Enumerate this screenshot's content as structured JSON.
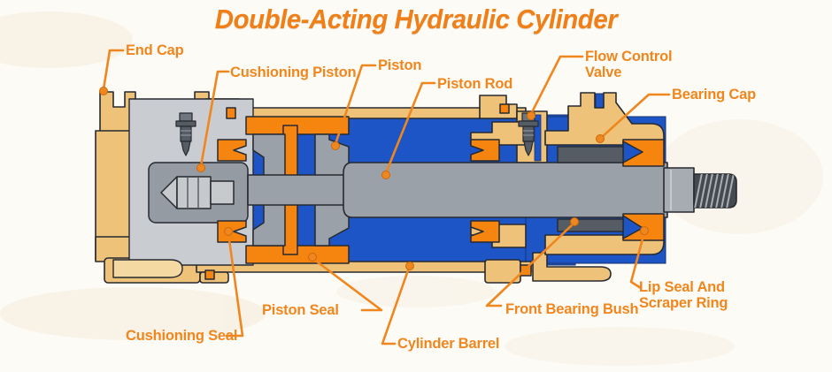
{
  "title": "Double-Acting Hydraulic Cylinder",
  "colors": {
    "background": "#FDFBF6",
    "label_orange": "#F0861E",
    "title_orange": "#F07F18",
    "body_tan": "#EEC278",
    "tan_light": "#F4D9A2",
    "fluid_blue": "#1D55C6",
    "metal_gray": "#9AA1A8",
    "metal_gray_light": "#C9CDD1",
    "metal_gray_dark": "#565C63",
    "seal_orange": "#F68510",
    "outline": "#272A30"
  },
  "labels": [
    {
      "id": "end-cap",
      "text": "End Cap"
    },
    {
      "id": "cushioning-piston",
      "text": "Cushioning Piston"
    },
    {
      "id": "piston",
      "text": "Piston"
    },
    {
      "id": "piston-rod",
      "text": "Piston Rod"
    },
    {
      "id": "flow-control-valve",
      "text": "Flow Control Valve"
    },
    {
      "id": "bearing-cap",
      "text": "Bearing Cap"
    },
    {
      "id": "cushioning-seal",
      "text": "Cushioning Seal"
    },
    {
      "id": "piston-seal",
      "text": "Piston Seal"
    },
    {
      "id": "cylinder-barrel",
      "text": "Cylinder Barrel"
    },
    {
      "id": "front-bearing-bush",
      "text": "Front Bearing Bush"
    },
    {
      "id": "lip-seal-scraper-ring",
      "text": "Lip Seal And Scraper Ring"
    }
  ]
}
